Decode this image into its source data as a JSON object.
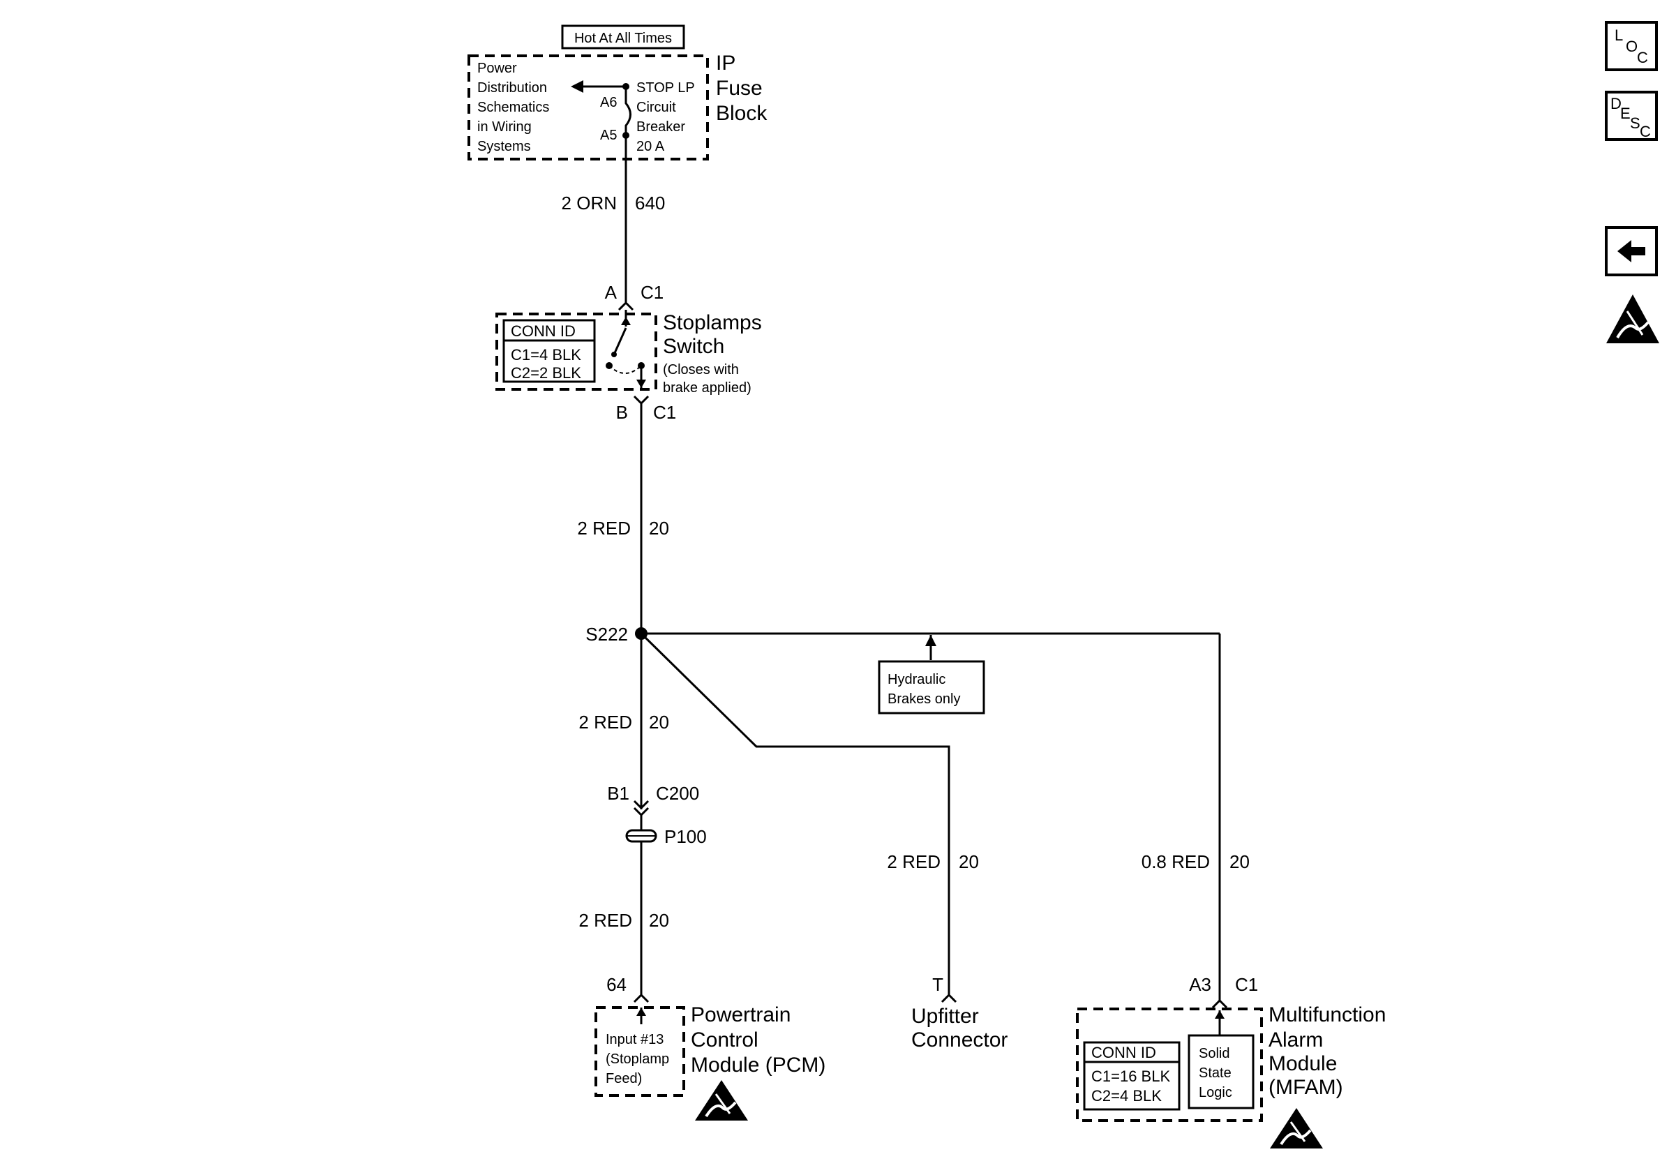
{
  "header": {
    "hot_label": "Hot At All Times"
  },
  "fuse_block": {
    "power_dist": [
      "Power",
      "Distribution",
      "Schematics",
      "in Wiring",
      "Systems"
    ],
    "breaker": [
      "STOP LP",
      "Circuit",
      "Breaker",
      "20 A"
    ],
    "pin_top": "A6",
    "pin_bottom": "A5",
    "name": [
      "IP",
      "Fuse",
      "Block"
    ]
  },
  "wires": {
    "w1": {
      "gauge": "2 ORN",
      "circuit": "640"
    },
    "w2": {
      "gauge": "2 RED",
      "circuit": "20"
    },
    "w3": {
      "gauge": "2 RED",
      "circuit": "20"
    },
    "w4": {
      "gauge": "2 RED",
      "circuit": "20"
    },
    "w5": {
      "gauge": "2 RED",
      "circuit": "20"
    },
    "w6": {
      "gauge": "0.8 RED",
      "circuit": "20"
    }
  },
  "stoplamp_switch": {
    "pin_in": "A",
    "conn_in": "C1",
    "pin_out": "B",
    "conn_out": "C1",
    "conn_id_title": "CONN ID",
    "conn_id_lines": [
      "C1=4 BLK",
      "C2=2 BLK"
    ],
    "name": [
      "Stoplamps",
      "Switch"
    ],
    "note": [
      "(Closes with",
      "brake applied)"
    ]
  },
  "splice": {
    "label": "S222"
  },
  "hydraulic_note": [
    "Hydraulic",
    "Brakes only"
  ],
  "c200": {
    "pin": "B1",
    "conn": "C200"
  },
  "p100": {
    "label": "P100"
  },
  "pcm": {
    "pin": "64",
    "input": [
      "Input #13",
      "(Stoplamp",
      "Feed)"
    ],
    "name": [
      "Powertrain",
      "Control",
      "Module (PCM)"
    ]
  },
  "upfitter": {
    "pin": "T",
    "name": [
      "Upfitter",
      "Connector"
    ]
  },
  "mfam": {
    "pin": "A3",
    "conn": "C1",
    "conn_id_title": "CONN ID",
    "conn_id_lines": [
      "C1=16 BLK",
      "C2=4 BLK"
    ],
    "logic": [
      "Solid",
      "State",
      "Logic"
    ],
    "name": [
      "Multifunction",
      "Alarm",
      "Module",
      "(MFAM)"
    ]
  },
  "nav": {
    "loc": [
      "L",
      "O",
      "C"
    ],
    "desc": [
      "D",
      "E",
      "S",
      "C"
    ]
  }
}
